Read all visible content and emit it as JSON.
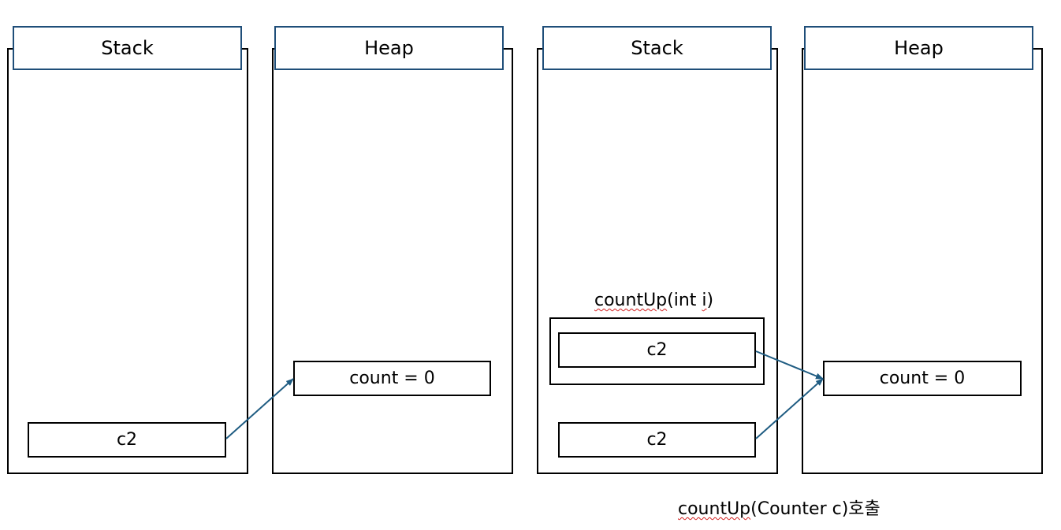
{
  "left": {
    "stack_title": "Stack",
    "heap_title": "Heap",
    "stack_var": "c2",
    "heap_obj": "count  =  0"
  },
  "right": {
    "stack_title": "Stack",
    "heap_title": "Heap",
    "frame_label_squiggle": "countUp",
    "frame_label_middle": "(int ",
    "frame_label_tail": "i",
    "frame_label_close": ")",
    "frame_var": "c2",
    "stack_var": "c2",
    "heap_obj": "count  =  0"
  },
  "caption": {
    "squiggle": "countUp",
    "rest": "(Counter c)호출"
  },
  "colors": {
    "arrow": "#1f5c82",
    "header_border": "#1f4e79",
    "spellcheck": "#d21f1f"
  }
}
